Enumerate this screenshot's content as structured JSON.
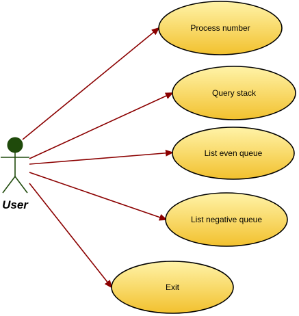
{
  "actor": {
    "name": "User",
    "head_color": "#1f4a0b",
    "body_color": "#1f4a0b"
  },
  "use_cases": [
    {
      "label": "Process number"
    },
    {
      "label": "Query stack"
    },
    {
      "label": "List even queue"
    },
    {
      "label": "List negative queue"
    },
    {
      "label": "Exit"
    }
  ],
  "colors": {
    "usecase_fill_top": "#fff3a8",
    "usecase_fill_bottom": "#f2c12e",
    "usecase_stroke": "#000000",
    "association": "#8b0000"
  }
}
